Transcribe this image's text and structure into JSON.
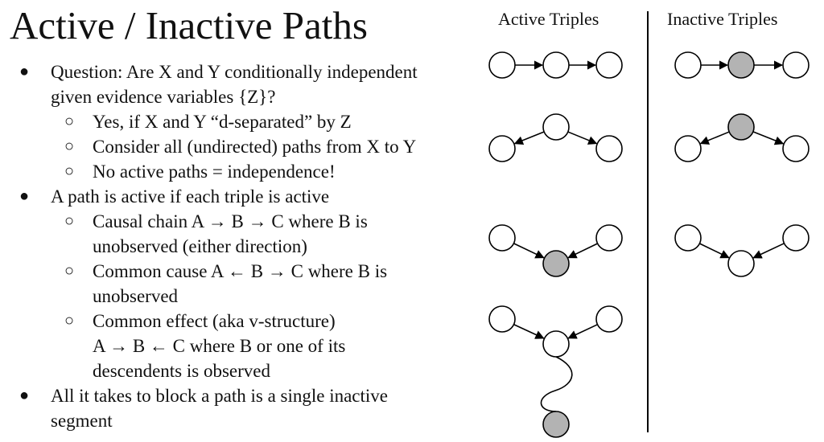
{
  "slide": {
    "title": "Active / Inactive Paths",
    "bullets": [
      {
        "level": 1,
        "marker": "●",
        "text": "Question: Are X and Y conditionally independent"
      },
      {
        "level": 1,
        "marker": "",
        "text": "given evidence variables {Z}?"
      },
      {
        "level": 2,
        "marker": "○",
        "text": "Yes, if X and Y “d-separated” by Z"
      },
      {
        "level": 2,
        "marker": "○",
        "text": "Consider all (undirected) paths from X to Y"
      },
      {
        "level": 2,
        "marker": "○",
        "text": "No active paths = independence!"
      },
      {
        "level": 1,
        "marker": "●",
        "text": "A path is active if each triple is active"
      },
      {
        "level": 2,
        "marker": "○",
        "text": "Causal chain A → B → C where B is"
      },
      {
        "level": 2,
        "marker": "",
        "text": "unobserved (either direction)"
      },
      {
        "level": 2,
        "marker": "○",
        "text": "Common cause A ← B → C where B is"
      },
      {
        "level": 2,
        "marker": "",
        "text": "unobserved"
      },
      {
        "level": 2,
        "marker": "○",
        "text": "Common effect (aka v-structure)"
      },
      {
        "level": 2,
        "marker": "",
        "text": "A → B ← C where B or one of its"
      },
      {
        "level": 2,
        "marker": "",
        "text": "descendents is observed"
      },
      {
        "level": 1,
        "marker": "●",
        "text": "All it takes to block a path is a single inactive"
      },
      {
        "level": 1,
        "marker": "",
        "text": "segment"
      }
    ]
  },
  "columns": {
    "active_title": "Active Triples",
    "inactive_title": "Inactive Triples"
  },
  "colors": {
    "observed_fill": "#b3b3b3",
    "unobserved_fill": "#ffffff",
    "stroke": "#000000"
  }
}
